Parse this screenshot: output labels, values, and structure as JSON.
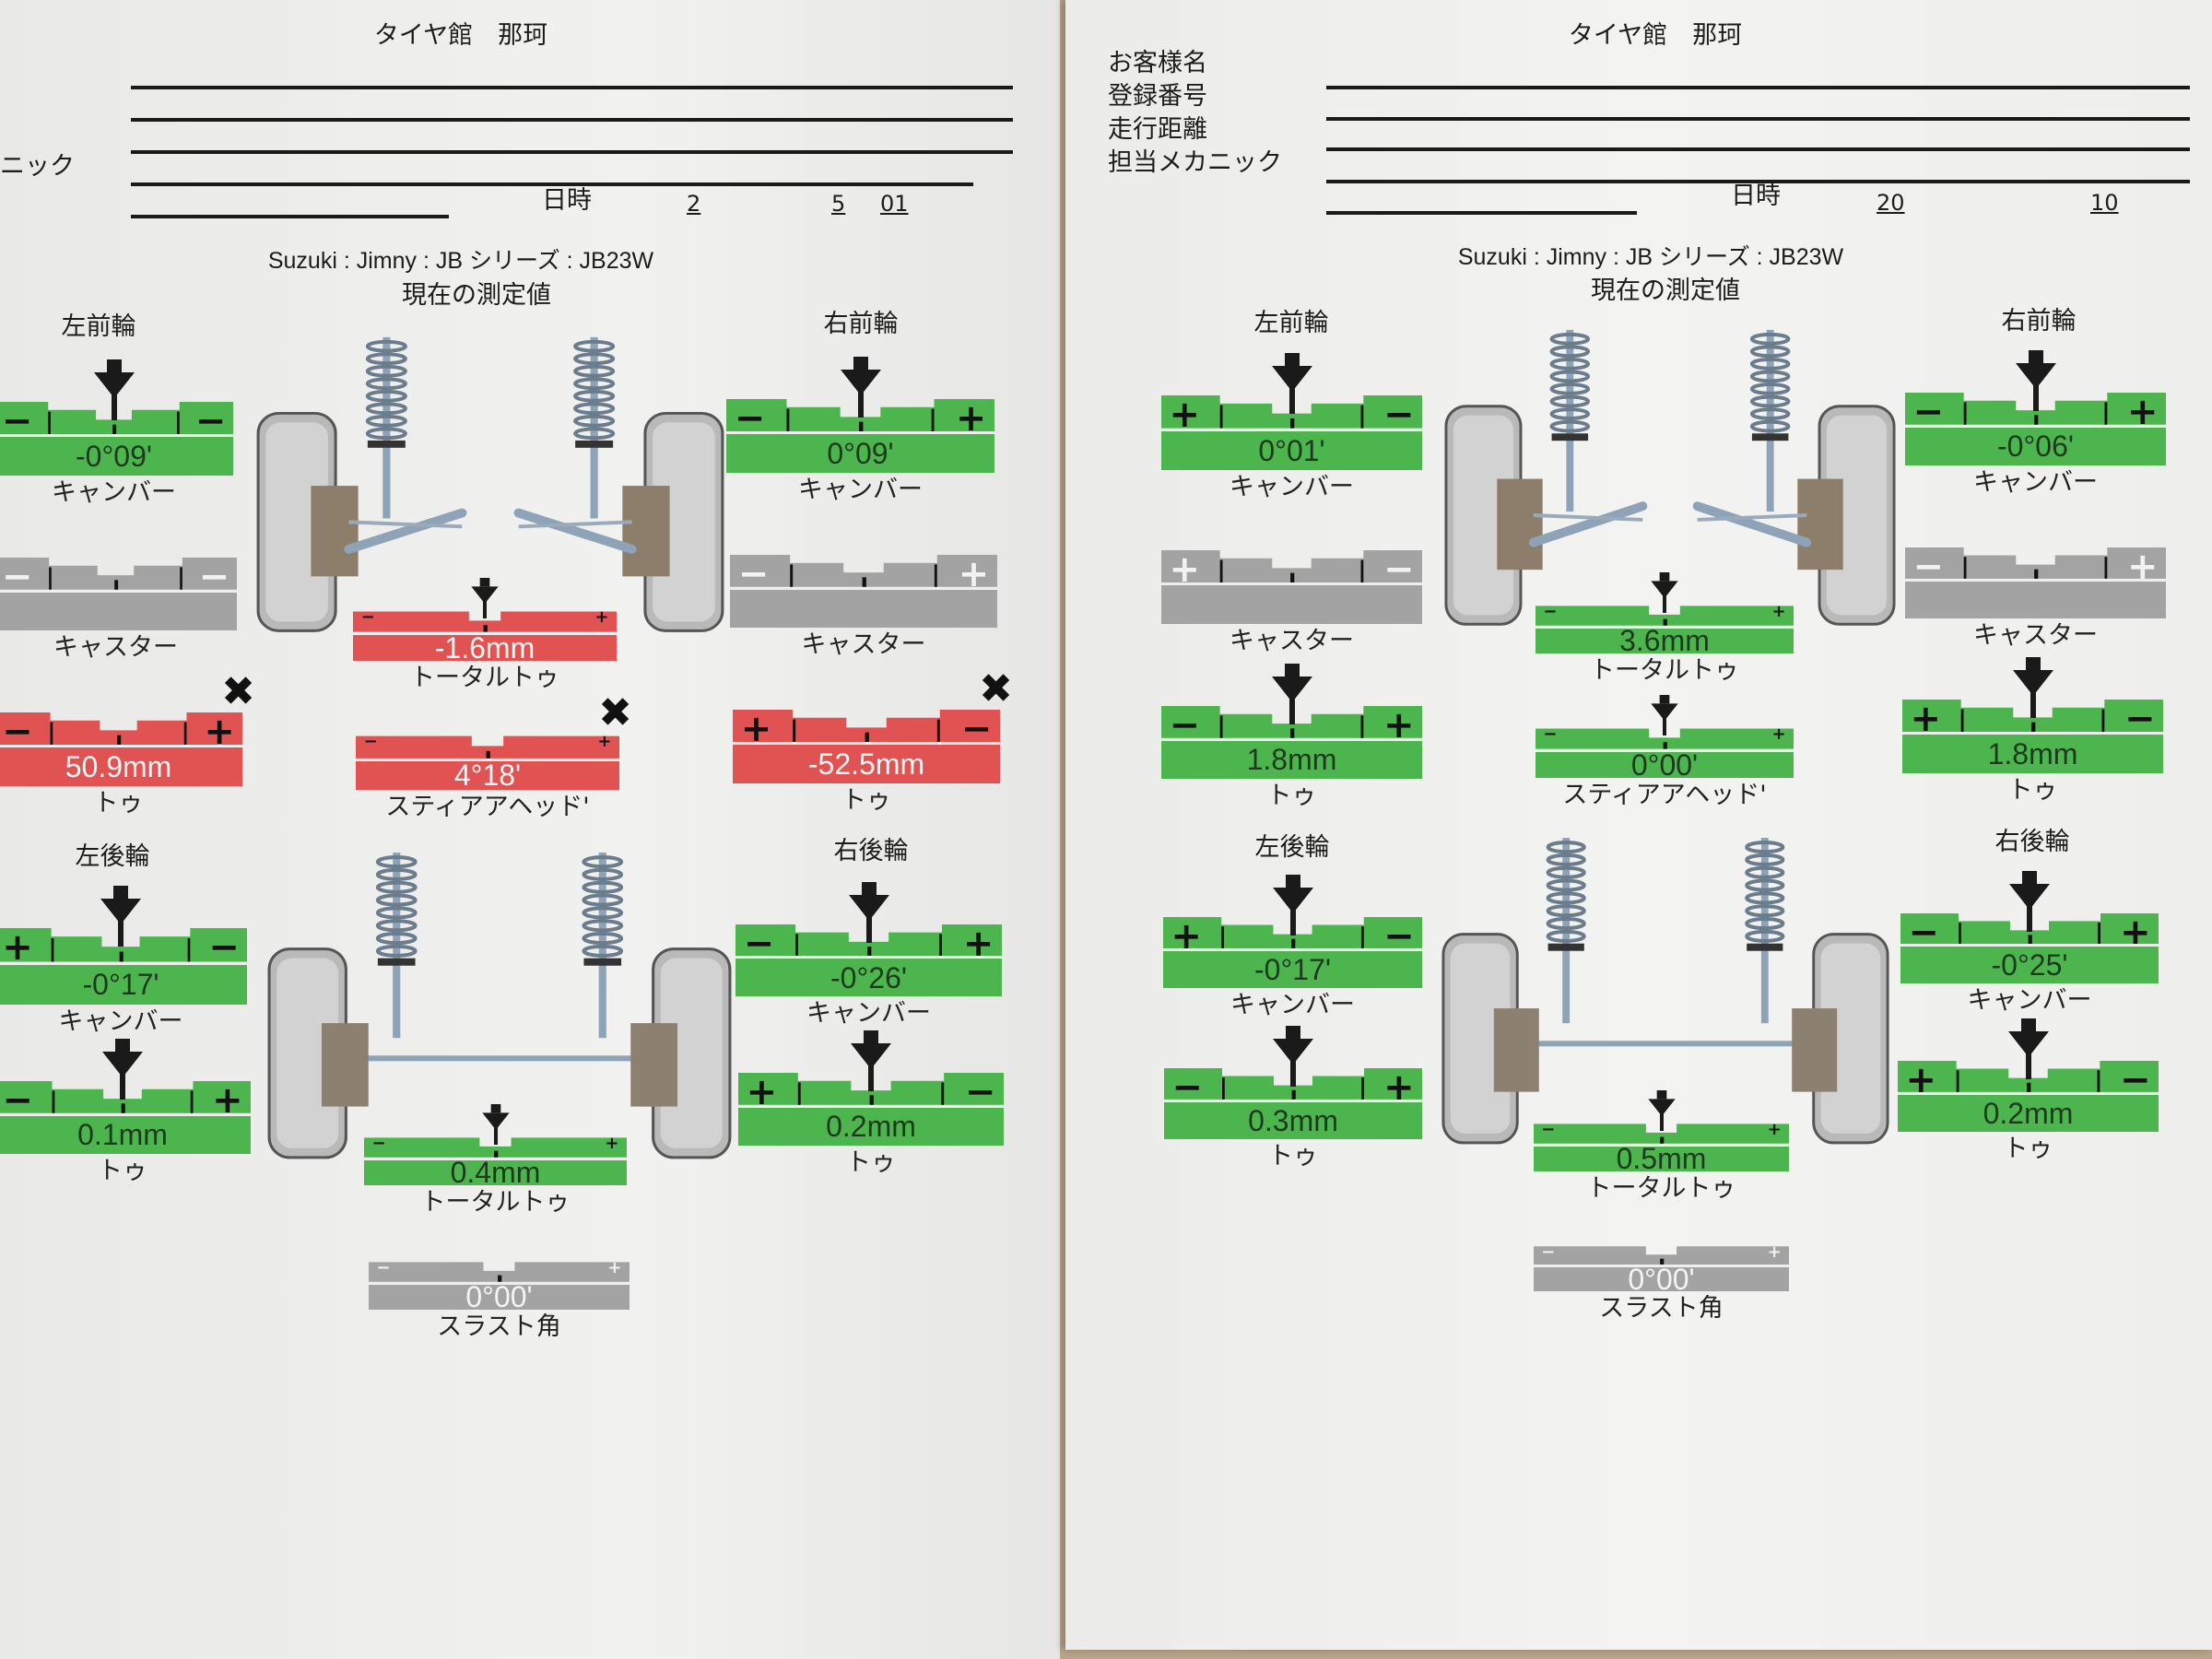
{
  "colors": {
    "ok": "#4db54d",
    "bad": "#e05352",
    "neutral": "#a3a3a3"
  },
  "sheets": [
    {
      "shop": "タイヤ館　那珂",
      "field_labels": [
        "ニック"
      ],
      "date_label": "日時",
      "date_parts": [
        "2",
        "5",
        "01"
      ],
      "vehicle": "Suzuki : Jimny : JB シリーズ : JB23W",
      "section": "現在の測定値",
      "front_left": "左前輪",
      "front_right": "右前輪",
      "rear_left": "左後輪",
      "rear_right": "右後輪",
      "gauges": [
        {
          "value": "-0°09'",
          "label": "キャンバー",
          "status": "ok",
          "l": "−",
          "r": "−",
          "arrow": true
        },
        {
          "value": "",
          "label": "キャスター",
          "status": "neutral",
          "l": "−",
          "r": "−",
          "arrow": false
        },
        {
          "value": "50.9mm",
          "label": "トゥ",
          "status": "bad",
          "l": "−",
          "r": "+",
          "arrow": false,
          "warn": "✖"
        },
        {
          "value": "0°09'",
          "label": "キャンバー",
          "status": "ok",
          "l": "−",
          "r": "+",
          "arrow": true
        },
        {
          "value": "",
          "label": "キャスター",
          "status": "neutral",
          "l": "−",
          "r": "+",
          "arrow": false
        },
        {
          "value": "-52.5mm",
          "label": "トゥ",
          "status": "bad",
          "l": "+",
          "r": "−",
          "arrow": false,
          "warn": "✖"
        },
        {
          "value": "-1.6mm",
          "label": "トータルトゥ",
          "status": "bad",
          "l": "−",
          "r": "+",
          "arrow": true,
          "small": true
        },
        {
          "value": "4°18'",
          "label": "スティアアヘッド'",
          "status": "bad",
          "l": "−",
          "r": "+",
          "arrow": false,
          "small": true,
          "warn": "✖"
        },
        {
          "value": "-0°17'",
          "label": "キャンバー",
          "status": "ok",
          "l": "+",
          "r": "−",
          "arrow": true
        },
        {
          "value": "0.1mm",
          "label": "トゥ",
          "status": "ok",
          "l": "−",
          "r": "+",
          "arrow": true
        },
        {
          "value": "-0°26'",
          "label": "キャンバー",
          "status": "ok",
          "l": "−",
          "r": "+",
          "arrow": true
        },
        {
          "value": "0.2mm",
          "label": "トゥ",
          "status": "ok",
          "l": "+",
          "r": "−",
          "arrow": true
        },
        {
          "value": "0.4mm",
          "label": "トータルトゥ",
          "status": "ok",
          "l": "−",
          "r": "+",
          "arrow": true,
          "small": true
        },
        {
          "value": "0°00'",
          "label": "スラスト角",
          "status": "neutral",
          "l": "−",
          "r": "+",
          "arrow": false,
          "small": true
        }
      ]
    },
    {
      "shop": "タイヤ館　那珂",
      "field_labels": [
        "お客様名",
        "登録番号",
        "走行距離",
        "担当メカニック"
      ],
      "date_label": "日時",
      "date_parts": [
        "20",
        "10"
      ],
      "vehicle": "Suzuki : Jimny : JB シリーズ : JB23W",
      "section": "現在の測定値",
      "front_left": "左前輪",
      "front_right": "右前輪",
      "rear_left": "左後輪",
      "rear_right": "右後輪",
      "gauges": [
        {
          "value": "0°01'",
          "label": "キャンバー",
          "status": "ok",
          "l": "+",
          "r": "−",
          "arrow": true
        },
        {
          "value": "",
          "label": "キャスター",
          "status": "neutral",
          "l": "+",
          "r": "−",
          "arrow": false
        },
        {
          "value": "1.8mm",
          "label": "トゥ",
          "status": "ok",
          "l": "−",
          "r": "+",
          "arrow": true
        },
        {
          "value": "-0°06'",
          "label": "キャンバー",
          "status": "ok",
          "l": "−",
          "r": "+",
          "arrow": true
        },
        {
          "value": "",
          "label": "キャスター",
          "status": "neutral",
          "l": "−",
          "r": "+",
          "arrow": false
        },
        {
          "value": "1.8mm",
          "label": "トゥ",
          "status": "ok",
          "l": "+",
          "r": "−",
          "arrow": true
        },
        {
          "value": "3.6mm",
          "label": "トータルトゥ",
          "status": "ok",
          "l": "−",
          "r": "+",
          "arrow": true,
          "small": true
        },
        {
          "value": "0°00'",
          "label": "スティアアヘッド'",
          "status": "ok",
          "l": "−",
          "r": "+",
          "arrow": true,
          "small": true
        },
        {
          "value": "-0°17'",
          "label": "キャンバー",
          "status": "ok",
          "l": "+",
          "r": "−",
          "arrow": true
        },
        {
          "value": "0.3mm",
          "label": "トゥ",
          "status": "ok",
          "l": "−",
          "r": "+",
          "arrow": true
        },
        {
          "value": "-0°25'",
          "label": "キャンバー",
          "status": "ok",
          "l": "−",
          "r": "+",
          "arrow": true
        },
        {
          "value": "0.2mm",
          "label": "トゥ",
          "status": "ok",
          "l": "+",
          "r": "−",
          "arrow": true
        },
        {
          "value": "0.5mm",
          "label": "トータルトゥ",
          "status": "ok",
          "l": "−",
          "r": "+",
          "arrow": true,
          "small": true
        },
        {
          "value": "0°00'",
          "label": "スラスト角",
          "status": "neutral",
          "l": "−",
          "r": "+",
          "arrow": false,
          "small": true
        }
      ]
    }
  ]
}
